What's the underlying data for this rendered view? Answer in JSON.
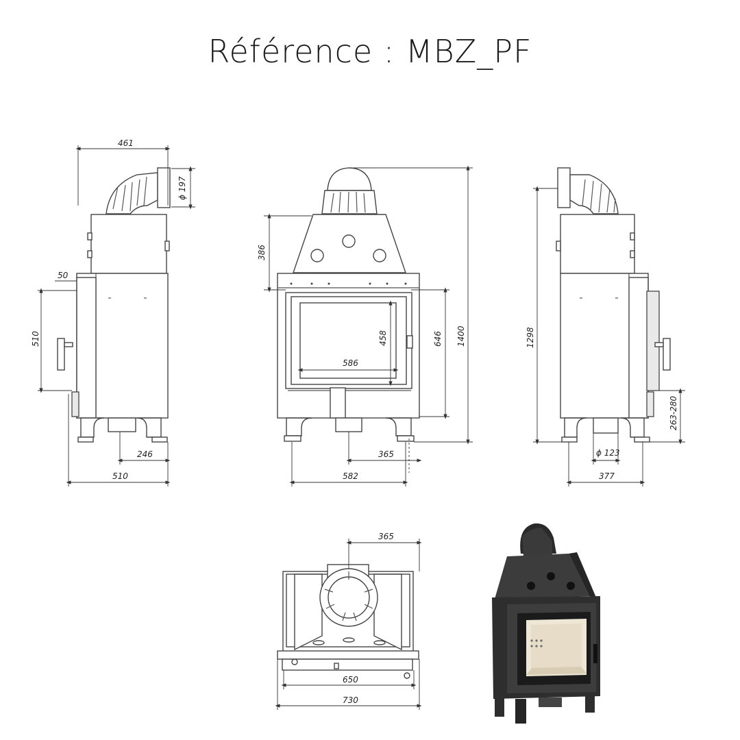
{
  "title": "Référence : MBZ_PF",
  "dimensions": {
    "side_left": {
      "top_width": "461",
      "flue_diameter": "ϕ 197",
      "offset": "50",
      "door_height": "510",
      "outlet_offset": "246",
      "depth": "510"
    },
    "front": {
      "hood_height": "386",
      "glass_height": "458",
      "glass_width": "586",
      "door_height": "646",
      "total_height": "1400",
      "flue_offset": "365",
      "width": "582"
    },
    "side_right": {
      "height": "1298",
      "air_inlet_height": "263-280",
      "air_inlet_diameter": "ϕ 123",
      "depth": "377"
    },
    "top": {
      "flue_offset": "365",
      "inner_width": "650",
      "outer_width": "730"
    }
  }
}
